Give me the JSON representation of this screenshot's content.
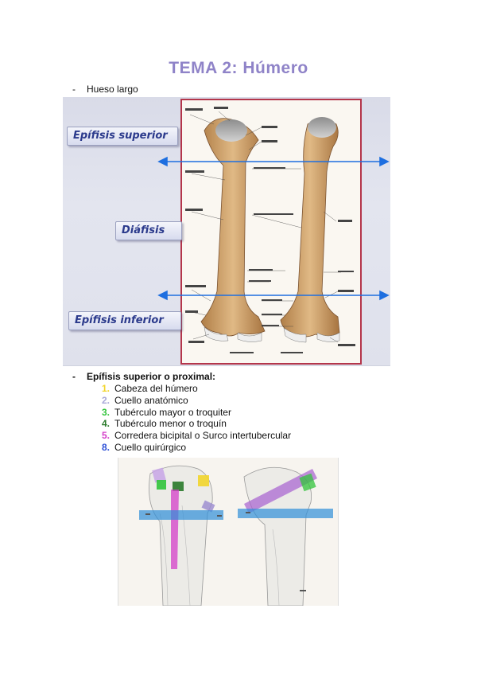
{
  "title": "TEMA 2: Húmero",
  "bullets": {
    "b1": "Hueso largo",
    "b2": "Epífisis superior o proximal:"
  },
  "figure_labels": {
    "superior": "Epífisis superior",
    "diaphysis": "Diáfisis",
    "inferior": "Epífisis inferior"
  },
  "list": [
    {
      "num": "1.",
      "label": "Cabeza del húmero",
      "color": "#f2d52b"
    },
    {
      "num": "2.",
      "label": "Cuello anatómico",
      "color": "#a8a8d8"
    },
    {
      "num": "3.",
      "label": "Tubérculo mayor o troquiter",
      "color": "#31c43b"
    },
    {
      "num": "4.",
      "label": "Tubérculo menor o troquín",
      "color": "#2a7a2a"
    },
    {
      "num": "5.",
      "label": "Corredera bicipital o Surco intertubercular",
      "color": "#d43fc8"
    },
    {
      "num": "8.",
      "label": "Cuello quirúrgico",
      "color": "#2c4fd6"
    }
  ],
  "colors": {
    "title": "#8f83c8",
    "arrow": "#1e6fe0",
    "frame": "#b4354a",
    "bone": "#c99b63"
  }
}
